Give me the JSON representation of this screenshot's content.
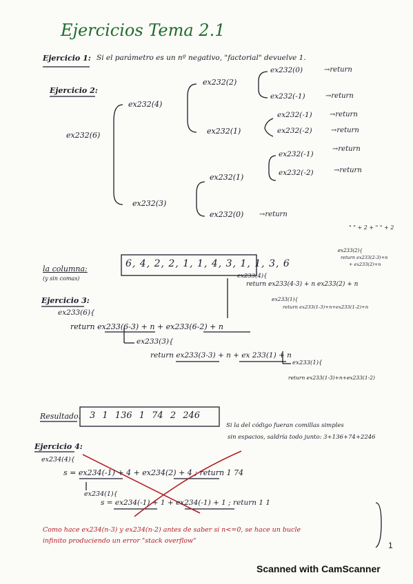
{
  "title": "Ejercicios Tema 2.1",
  "ej1": {
    "label": "Ejercicio 1:",
    "text": "Si el parámetro es un nº negativo, \"factorial\" devuelve 1."
  },
  "ej2": {
    "label": "Ejercicio 2:",
    "root": "ex232(6)",
    "n4": "ex232(4)",
    "n3": "ex232(3)",
    "n2": "ex232(2)",
    "n1a": "ex232(1)",
    "n1b": "ex232(1)",
    "n0": "ex232(0)",
    "l0": "ex232(0)",
    "lm1a": "ex232(-1)",
    "lm1b": "ex232(-1)",
    "lm2a": "ex232(-2)",
    "lm1c": "ex232(-1)",
    "lm2b": "ex232(-2)",
    "ret": "→return"
  },
  "columna": {
    "label": "la columna:",
    "sub": "(y sin comas)",
    "values": "6, 4, 2, 2, 1, 1, 4, 3, 1, 1, 3, 6"
  },
  "ej3": {
    "label": "Ejercicio 3:",
    "l1": "ex233(6){",
    "l2": "return  ex233(6-3)  +  n  + ex233(6-2)  + n",
    "l3": "ex233(3){",
    "l4": "return  ex233(3-3) + n + ex 233(1) + n",
    "l5": "ex233(1){",
    "l6": "return ex233(1-3)+n+ex233(1-2)",
    "r1": "ex233(4){",
    "r2": "return  ex233(4-3) + n  ex233(2) + n",
    "r3": "ex233(1){",
    "r4": "return ex233(1-3)+n+ex233(1-2)+n",
    "r5": "ex233(2){",
    "r6": "return ex233(2-3)+n",
    "r7": "+ ex233(2)+n",
    "top": "\" \" + 2 + \" \" + 2"
  },
  "resultado": {
    "label": "Resultado:",
    "value": "3 1 136 1 74 2 246",
    "note1": "Si la del código fueran comillas simples",
    "note2": "sin espacios, saldría todo junto: 3+136+74+2246"
  },
  "ej4": {
    "label": "Ejercicio 4:",
    "l1": "ex234(4){",
    "l2": "s =  ex234(-1)  + 4 +  ex234(2) + 4 ;  return  1 74",
    "l3": "ex234(1){",
    "l4": "s =  ex234(-1) +  1 + ex234(-1) + 1 ;  return  1 1",
    "red1": "Como hace ex234(n-3) y ex234(n-2) antes de saber si n<=0, se hace un bucle",
    "red2": "infinito produciendo un error \"stack overflow\""
  },
  "page_number": "1",
  "footer": "Scanned with CamScanner"
}
